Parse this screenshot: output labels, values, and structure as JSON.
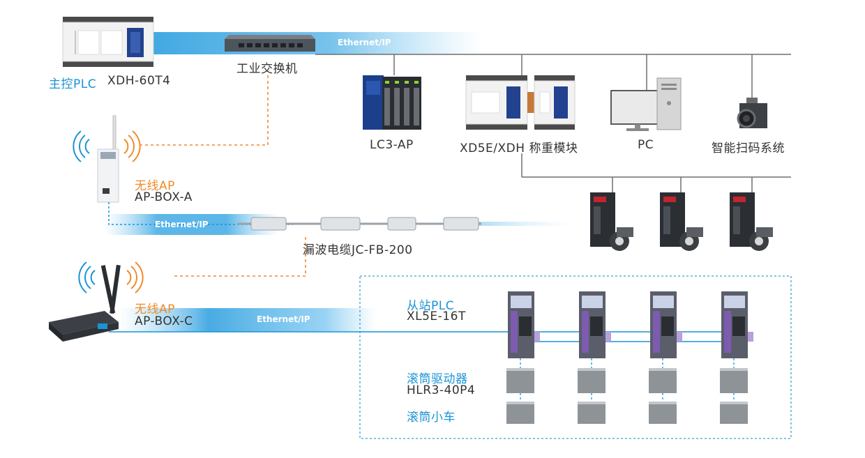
{
  "colors": {
    "accent_blue": "#1a93d6",
    "accent_orange": "#ef8a28",
    "line_gray": "#6f6f6f",
    "text": "#333333",
    "dashed_frame": "#3aa0d8"
  },
  "links": {
    "ethernet_top": "Ethernet/IP",
    "ethernet_ap_a": "Ethernet/IP",
    "ethernet_ap_c": "Ethernet/IP"
  },
  "labels": {
    "main_plc_prefix": "主控PLC",
    "main_plc_model": "XDH-60T4",
    "switch": "工业交换机",
    "lc3": "LC3-AP",
    "xd5e": "XD5E/XDH 称重模块",
    "pc": "PC",
    "vision": "智能扫码系统",
    "ap_a_title": "无线AP",
    "ap_a_model": "AP-BOX-A",
    "leaky_cable": "漏波电缆JC-FB-200",
    "ap_c_title": "无线AP",
    "ap_c_model": "AP-BOX-C",
    "slave_plc_title": "从站PLC",
    "slave_plc_model": "XL5E-16T",
    "roller_driver_title": "滚筒驱动器",
    "roller_driver_model": "HLR3-40P4",
    "roller_cart": "滚筒小车"
  },
  "icons": {
    "plc": "plc-module-icon",
    "switch": "network-switch-icon",
    "io": "io-module-icon",
    "pc": "desktop-pc-icon",
    "camera": "industrial-camera-icon",
    "servo": "servo-drive-icon",
    "wifi": "wireless-signal-icon",
    "router": "wireless-router-icon",
    "leaky": "leaky-cable-icon"
  }
}
